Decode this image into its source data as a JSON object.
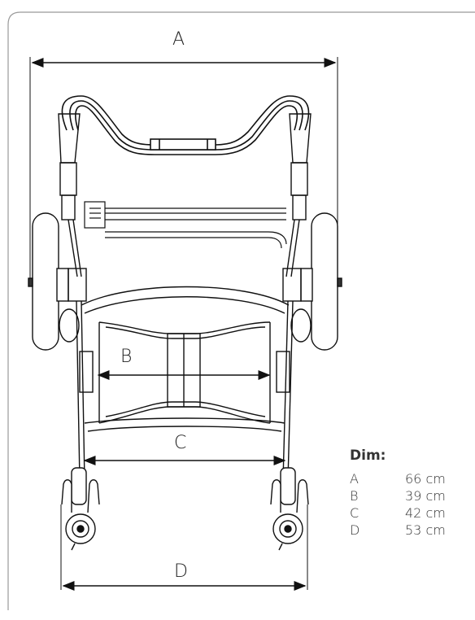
{
  "dimension_labels": {
    "a": "A",
    "b": "B",
    "c": "C",
    "d": "D"
  },
  "legend": {
    "title": "Dim:",
    "rows": [
      {
        "key": "A",
        "value": "66 cm"
      },
      {
        "key": "B",
        "value": "39 cm"
      },
      {
        "key": "C",
        "value": "42 cm"
      },
      {
        "key": "D",
        "value": "53 cm"
      }
    ]
  },
  "colors": {
    "line": "#111111",
    "frame": "#999999",
    "label": "#222222"
  }
}
